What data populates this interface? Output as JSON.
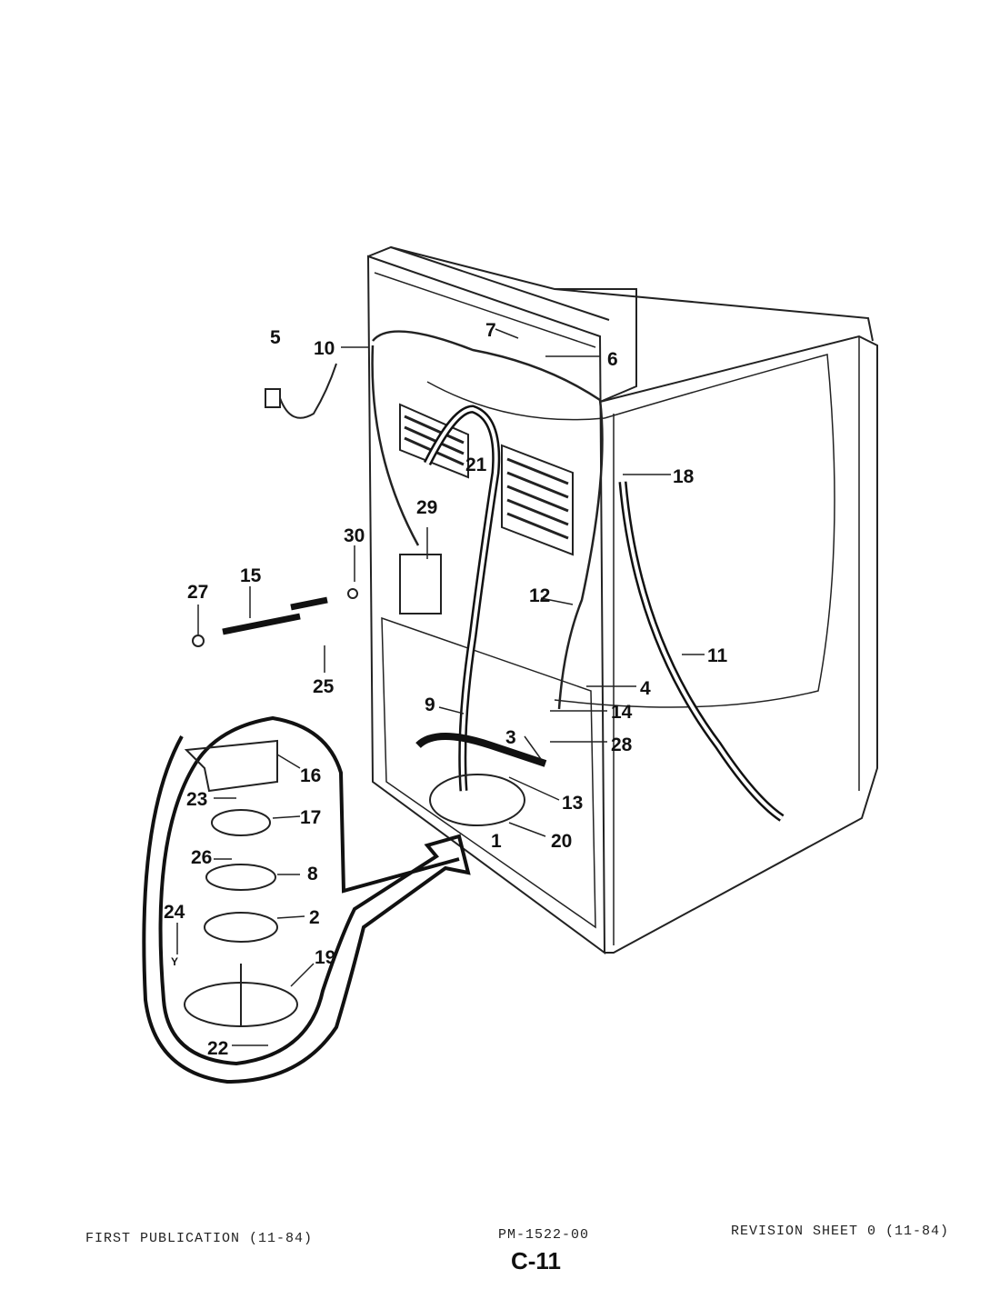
{
  "diagram": {
    "callouts": [
      "5",
      "10",
      "7",
      "6",
      "18",
      "21",
      "29",
      "30",
      "15",
      "27",
      "25",
      "12",
      "11",
      "4",
      "14",
      "28",
      "9",
      "3",
      "13",
      "1",
      "20",
      "16",
      "23",
      "17",
      "26",
      "8",
      "24",
      "2",
      "19",
      "22"
    ],
    "small_marks": [
      "Y"
    ]
  },
  "footer": {
    "left": "FIRST PUBLICATION (11-84)",
    "center": "PM-1522-00",
    "right": "REVISION SHEET 0 (11-84)",
    "page_number": "C-11"
  }
}
